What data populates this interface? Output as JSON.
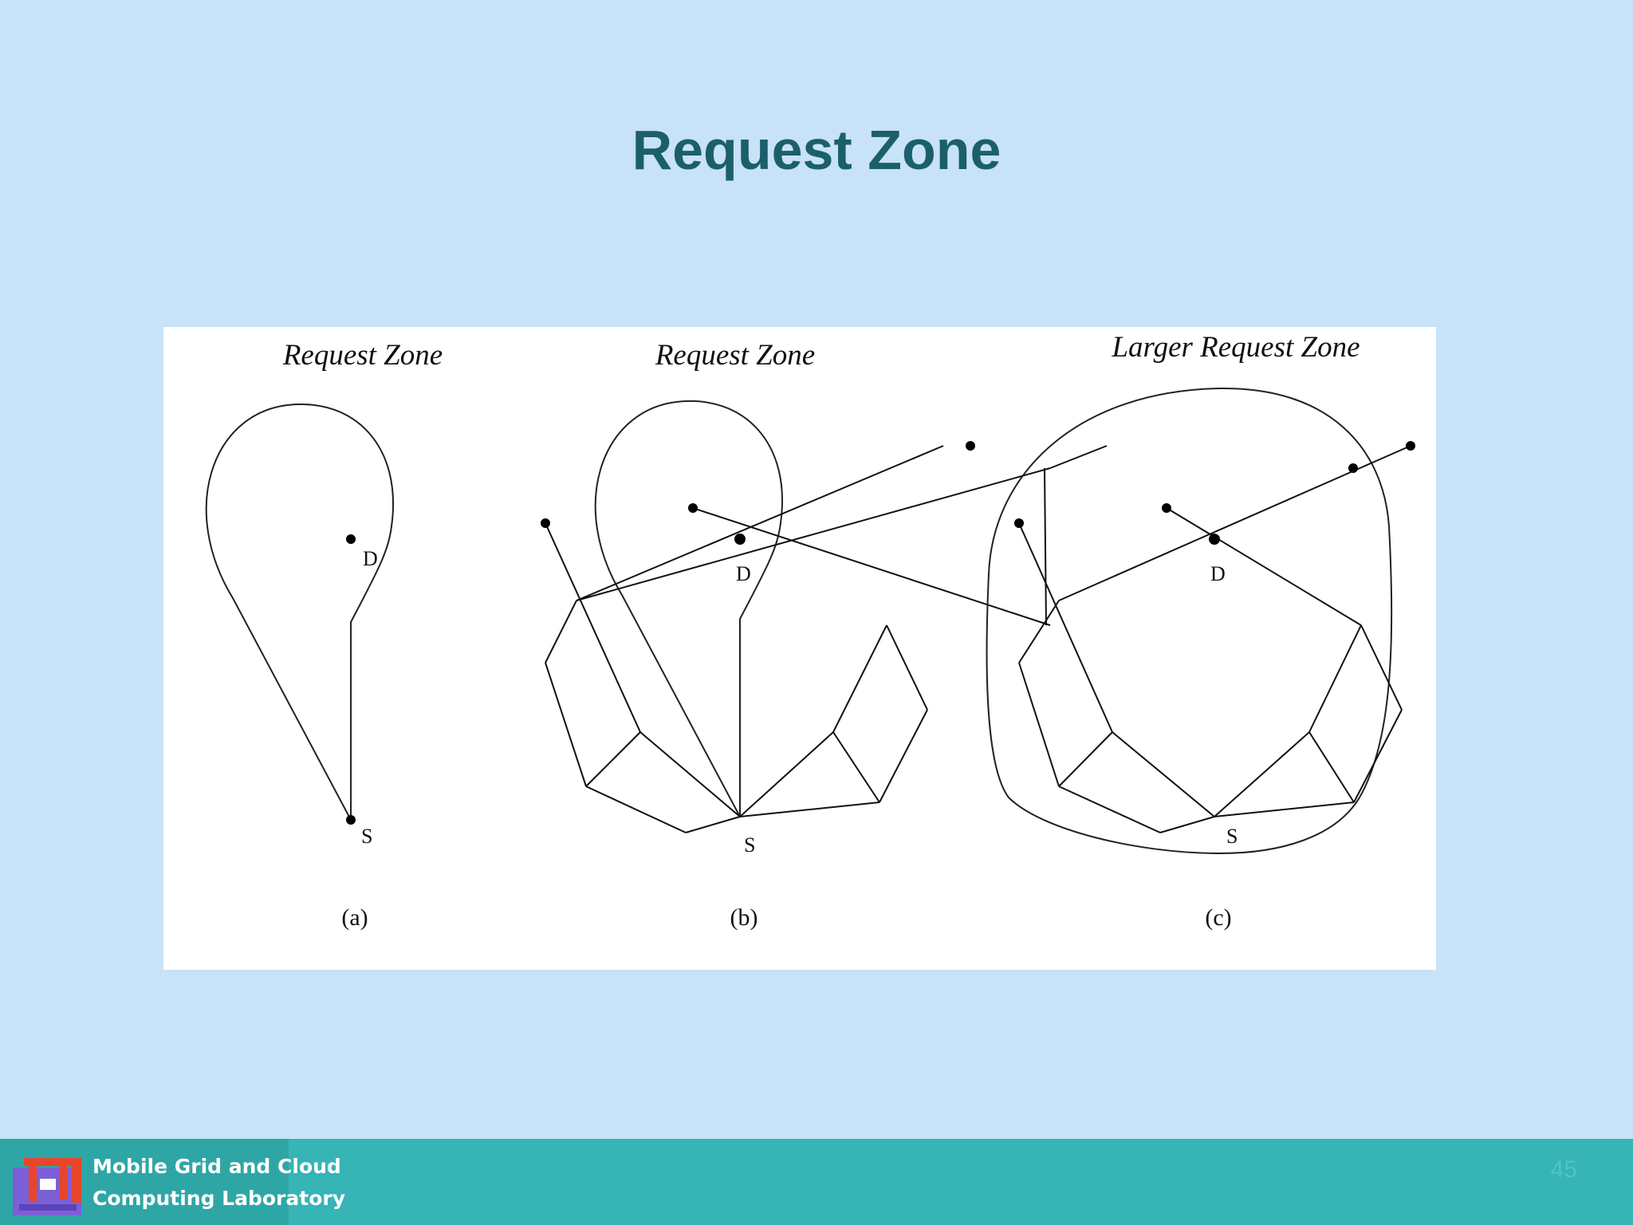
{
  "slide": {
    "title": "Request Zone",
    "page_number": "45"
  },
  "figure": {
    "panels": [
      {
        "zone_title": "Request Zone",
        "caption": "(a)",
        "dest_label": "D",
        "source_label": "S"
      },
      {
        "zone_title": "Request Zone",
        "caption": "(b)",
        "dest_label": "D",
        "source_label": "S"
      },
      {
        "zone_title": "Larger Request Zone",
        "caption": "(c)",
        "dest_label": "D",
        "source_label": "S"
      }
    ]
  },
  "footer": {
    "lab_line1": "Mobile Grid and Cloud",
    "lab_line2": "Computing Laboratory",
    "colors": {
      "bar": "#36b4b6",
      "logo_red": "#e8452b",
      "logo_purple": "#7b5fd6"
    }
  }
}
